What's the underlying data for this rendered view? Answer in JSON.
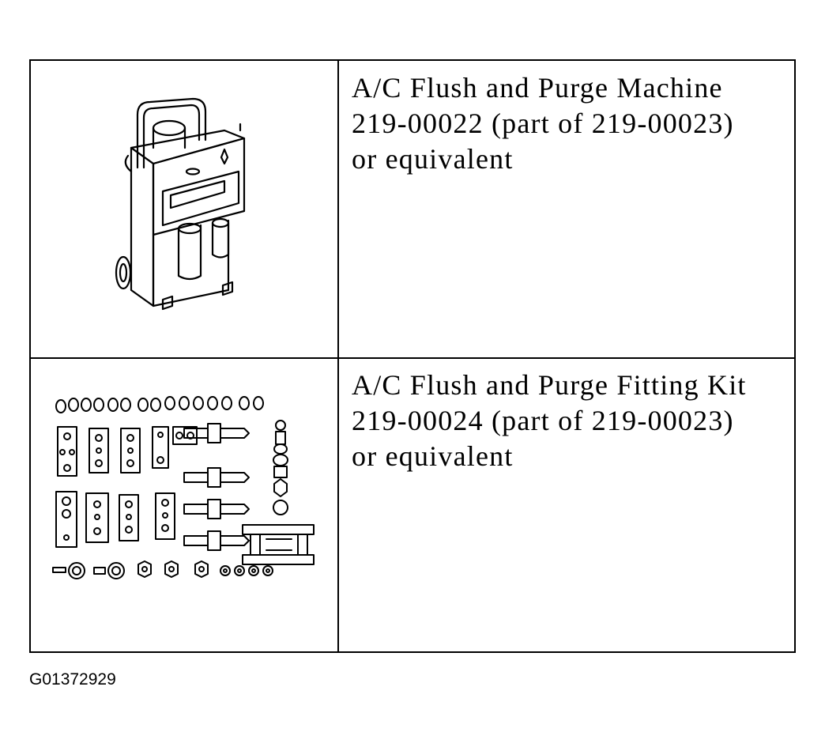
{
  "tools": [
    {
      "lines": [
        "A/C Flush and Purge Machine",
        "219-00022 (part of 219-00023)",
        "or equivalent"
      ],
      "illustration": "flush-purge-machine-illustration"
    },
    {
      "lines": [
        "A/C Flush and Purge Fitting Kit",
        "219-00024 (part of 219-00023)",
        "or equivalent"
      ],
      "illustration": "fitting-kit-illustration"
    }
  ],
  "figure_id": "G01372929"
}
